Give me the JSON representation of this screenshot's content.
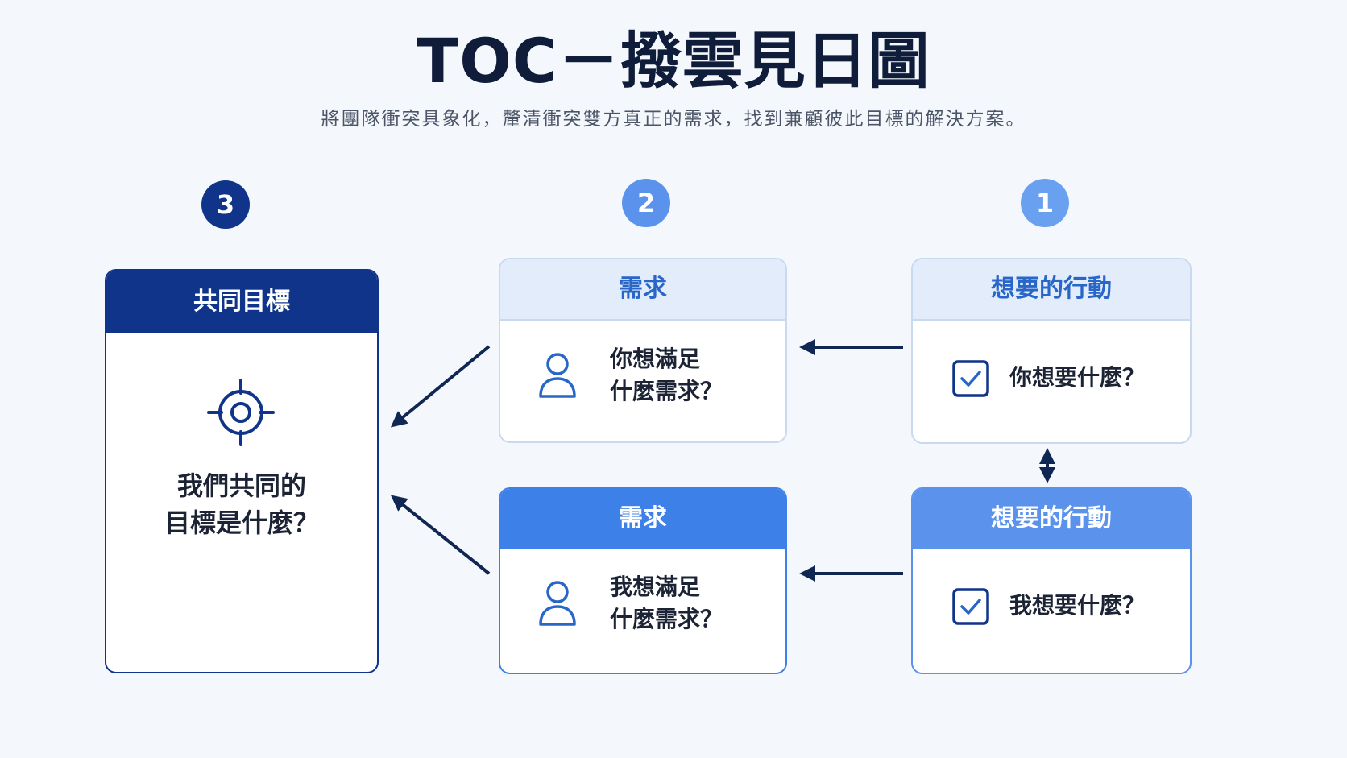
{
  "title": "TOC－撥雲見日圖",
  "subtitle": "將團隊衝突具象化，釐清衝突雙方真正的需求，找到兼顧彼此目標的解決方案。",
  "steps": {
    "goal": "3",
    "needs": "2",
    "actions": "1"
  },
  "colors": {
    "step_goal": "#0f3489",
    "step_needs": "#5b92ec",
    "step_actions": "#6aa0f0",
    "navy": "#0f3489",
    "arrow": "#0f2752"
  },
  "goal_card": {
    "header": "共同目標",
    "icon": "target-icon",
    "question_line1": "我們共同的",
    "question_line2": "目標是什麼？"
  },
  "need_top": {
    "header": "需求",
    "icon": "user-icon",
    "question_line1": "你想滿足",
    "question_line2": "什麼需求？"
  },
  "need_bottom": {
    "header": "需求",
    "icon": "user-icon",
    "question_line1": "我想滿足",
    "question_line2": "什麼需求？"
  },
  "action_top": {
    "header": "想要的行動",
    "icon": "checkbox-icon",
    "question": "你想要什麼？"
  },
  "action_bottom": {
    "header": "想要的行動",
    "icon": "checkbox-icon",
    "question": "我想要什麼？"
  }
}
